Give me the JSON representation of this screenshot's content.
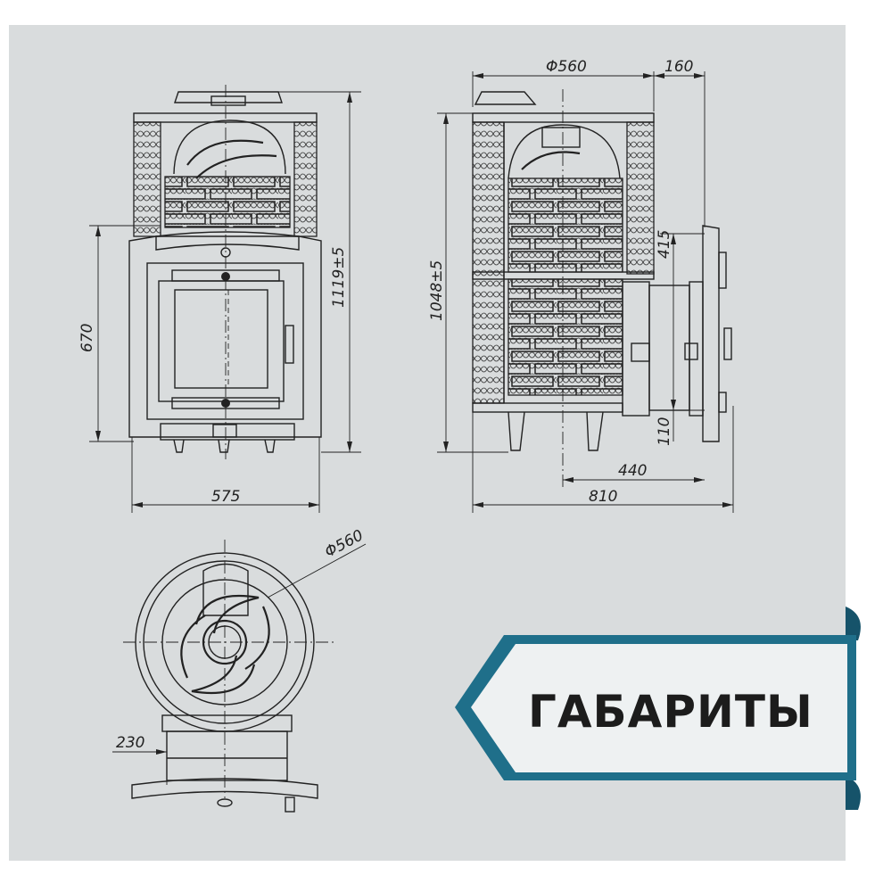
{
  "banner": {
    "title": "ГАБАРИТЫ",
    "accent_color": "#1f6f8a"
  },
  "front_view": {
    "width": "575",
    "height_total": "1119±5",
    "door_height": "670"
  },
  "side_view": {
    "diameter": "Φ560",
    "flange": "160",
    "height": "1048±5",
    "tunnel_height": "415",
    "tunnel_bottom": "110",
    "tunnel_length": "440",
    "depth_total": "810"
  },
  "top_view": {
    "diameter": "Φ560",
    "offset": "230"
  }
}
